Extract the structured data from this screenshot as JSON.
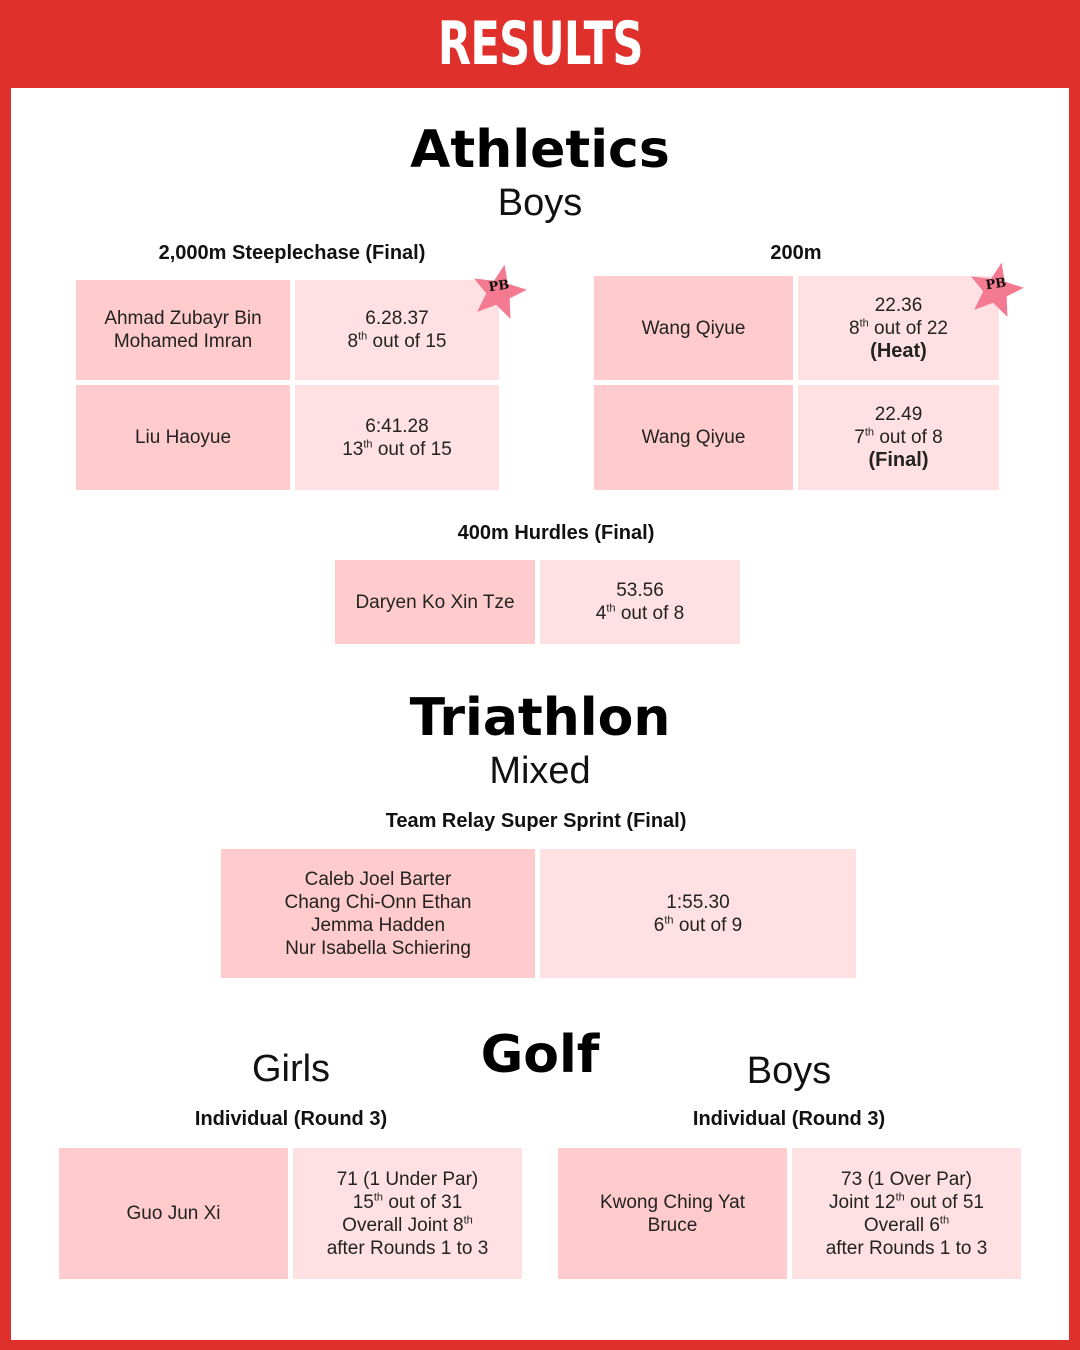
{
  "header": {
    "title": "RESULTS"
  },
  "athletics": {
    "title": "Athletics",
    "group": "Boys",
    "steeplechase": {
      "event": "2,000m Steeplechase (Final)",
      "badge": "PB",
      "rows": [
        {
          "name_1": "Ahmad Zubayr Bin",
          "name_2": "Mohamed Imran",
          "time": "6.28.37",
          "place": "8",
          "place_sup": "th",
          "place_rest": " out of 15"
        },
        {
          "name_1": "Liu Haoyue",
          "time": "6:41.28",
          "place": "13",
          "place_sup": "th",
          "place_rest": " out of 15"
        }
      ]
    },
    "m200": {
      "event": "200m",
      "badge": "PB",
      "rows": [
        {
          "name_1": "Wang Qiyue",
          "time": "22.36",
          "place": "8",
          "place_sup": "th",
          "place_rest": " out of 22",
          "round": "(Heat)"
        },
        {
          "name_1": "Wang Qiyue",
          "time": "22.49",
          "place": "7",
          "place_sup": "th",
          "place_rest": " out of 8",
          "round": "(Final)"
        }
      ]
    },
    "hurdles": {
      "event": "400m Hurdles (Final)",
      "rows": [
        {
          "name_1": "Daryen Ko Xin Tze",
          "time": "53.56",
          "place": "4",
          "place_sup": "th",
          "place_rest": " out of 8"
        }
      ]
    }
  },
  "triathlon": {
    "title": "Triathlon",
    "group": "Mixed",
    "relay": {
      "event": "Team Relay Super Sprint (Final)",
      "names": [
        "Caleb Joel Barter",
        "Chang Chi-Onn Ethan",
        "Jemma Hadden",
        "Nur Isabella Schiering"
      ],
      "time": "1:55.30",
      "place": "6",
      "place_sup": "th",
      "place_rest": " out of 9"
    }
  },
  "golf": {
    "title": "Golf",
    "girls": {
      "group": "Girls",
      "event": "Individual (Round 3)",
      "name": "Guo Jun Xi",
      "line1": "71 (1 Under Par)",
      "line2_a": "15",
      "line2_sup": "th",
      "line2_b": " out of 31",
      "line3_a": "Overall Joint 8",
      "line3_sup": "th",
      "line3_b": "",
      "line4": "after Rounds 1 to 3"
    },
    "boys": {
      "group": "Boys",
      "event": "Individual (Round 3)",
      "name_1": "Kwong Ching Yat",
      "name_2": "Bruce",
      "line1": "73 (1 Over Par)",
      "line2_a": "Joint 12",
      "line2_sup": "th",
      "line2_b": " out of 51",
      "line3_a": "Overall 6",
      "line3_sup": "th",
      "line3_b": "",
      "line4": "after Rounds 1 to 3"
    }
  },
  "colors": {
    "frame": "#e0302b",
    "name_cell": "#ffcbcd",
    "result_cell": "#ffe1e3",
    "badge": "#f47a92"
  }
}
